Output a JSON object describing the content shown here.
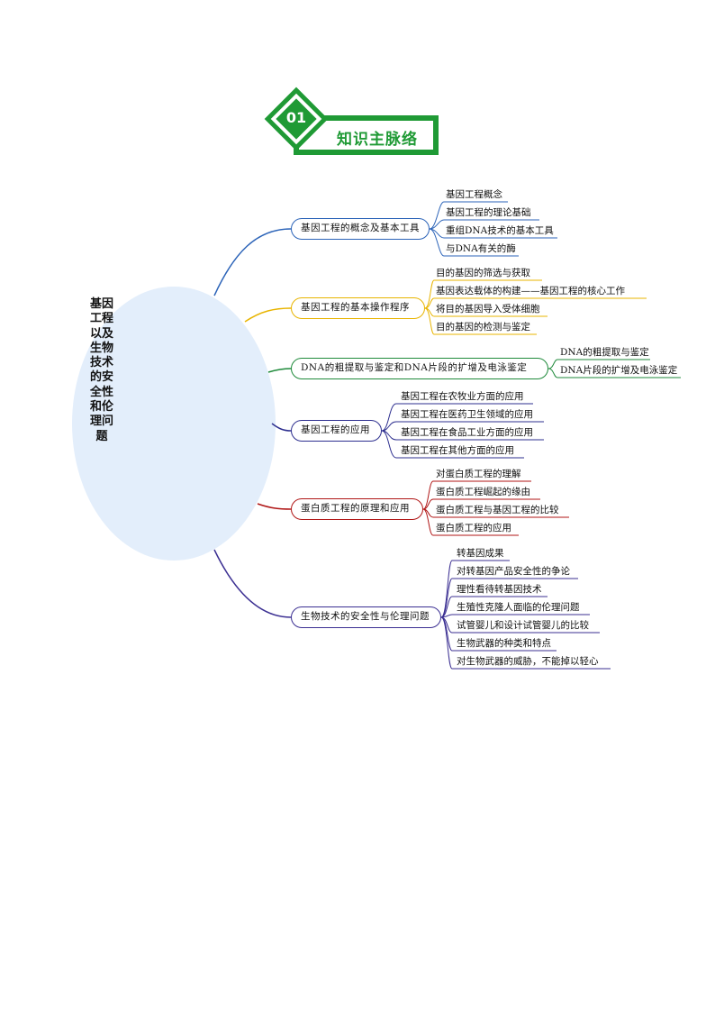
{
  "header": {
    "number": "01",
    "title": "知识主脉络"
  },
  "root": {
    "label": "基因工程以及生物技术的安全性和伦理问题"
  },
  "colors": {
    "blue": "#2b63b8",
    "yellow": "#e8b400",
    "green": "#1f8a3b",
    "navy": "#2d2f8f",
    "red": "#b01616",
    "purple": "#3b2f92"
  },
  "branches": [
    {
      "label": "基因工程的概念及基本工具",
      "children": [
        "基因工程概念",
        "基因工程的理论基础",
        "重组DNA技术的基本工具",
        "与DNA有关的酶"
      ]
    },
    {
      "label": "基因工程的基本操作程序",
      "children": [
        "目的基因的筛选与获取",
        "基因表达载体的构建——基因工程的核心工作",
        "将目的基因导入受体细胞",
        "目的基因的检测与鉴定"
      ]
    },
    {
      "label": "DNA的粗提取与鉴定和DNA片段的扩增及电泳鉴定",
      "children": [
        "DNA的粗提取与鉴定",
        "DNA片段的扩增及电泳鉴定"
      ]
    },
    {
      "label": "基因工程的应用",
      "children": [
        "基因工程在农牧业方面的应用",
        "基因工程在医药卫生领域的应用",
        "基因工程在食品工业方面的应用",
        "基因工程在其他方面的应用"
      ]
    },
    {
      "label": "蛋白质工程的原理和应用",
      "children": [
        "对蛋白质工程的理解",
        "蛋白质工程崛起的缘由",
        "蛋白质工程与基因工程的比较",
        "蛋白质工程的应用"
      ]
    },
    {
      "label": "生物技术的安全性与伦理问题",
      "children": [
        "转基因成果",
        "对转基因产品安全性的争论",
        "理性看待转基因技术",
        "生殖性克隆人面临的伦理问题",
        "试管婴儿和设计试管婴儿的比较",
        "生物武器的种类和特点",
        "对生物武器的威胁，不能掉以轻心"
      ]
    }
  ]
}
